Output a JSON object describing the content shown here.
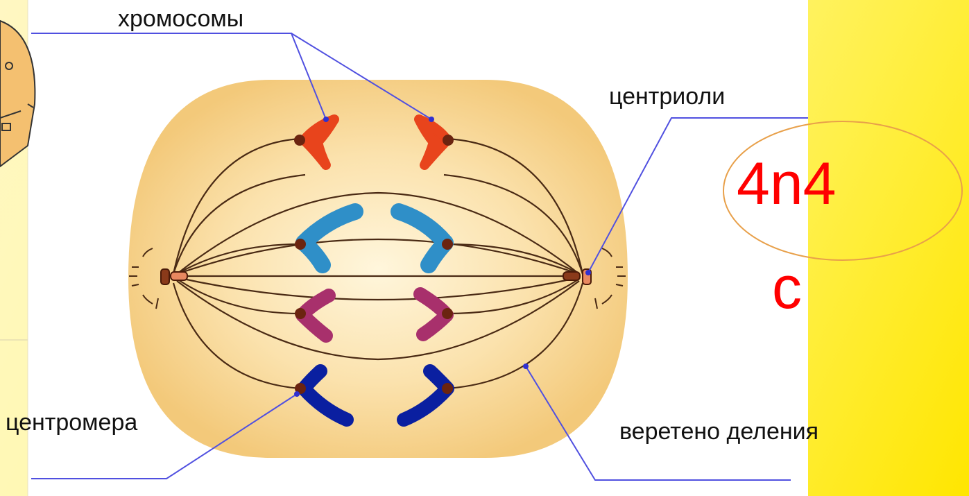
{
  "labels": {
    "chromosomes": "хромосомы",
    "centrioles": "центриоли",
    "centromere": "центромера",
    "spindle": "веретено деления"
  },
  "formula": {
    "line1": "4n4",
    "line2": "с"
  },
  "colors": {
    "cell_fill": "#f7d58f",
    "cell_center": "#fff3d0",
    "chromosome_red": "#e8441c",
    "chromosome_light_blue": "#2f8fc8",
    "chromosome_magenta": "#a8306c",
    "chromosome_dark_blue": "#0a1fa0",
    "centromere": "#6b2410",
    "spindle_fiber": "#4a2a14",
    "pointer_line": "#5050e0",
    "formula_text": "#ff0000",
    "ellipse_stroke": "#e8a04a"
  },
  "icons": {
    "top_left_fragment": "partial-wheel-icon"
  }
}
